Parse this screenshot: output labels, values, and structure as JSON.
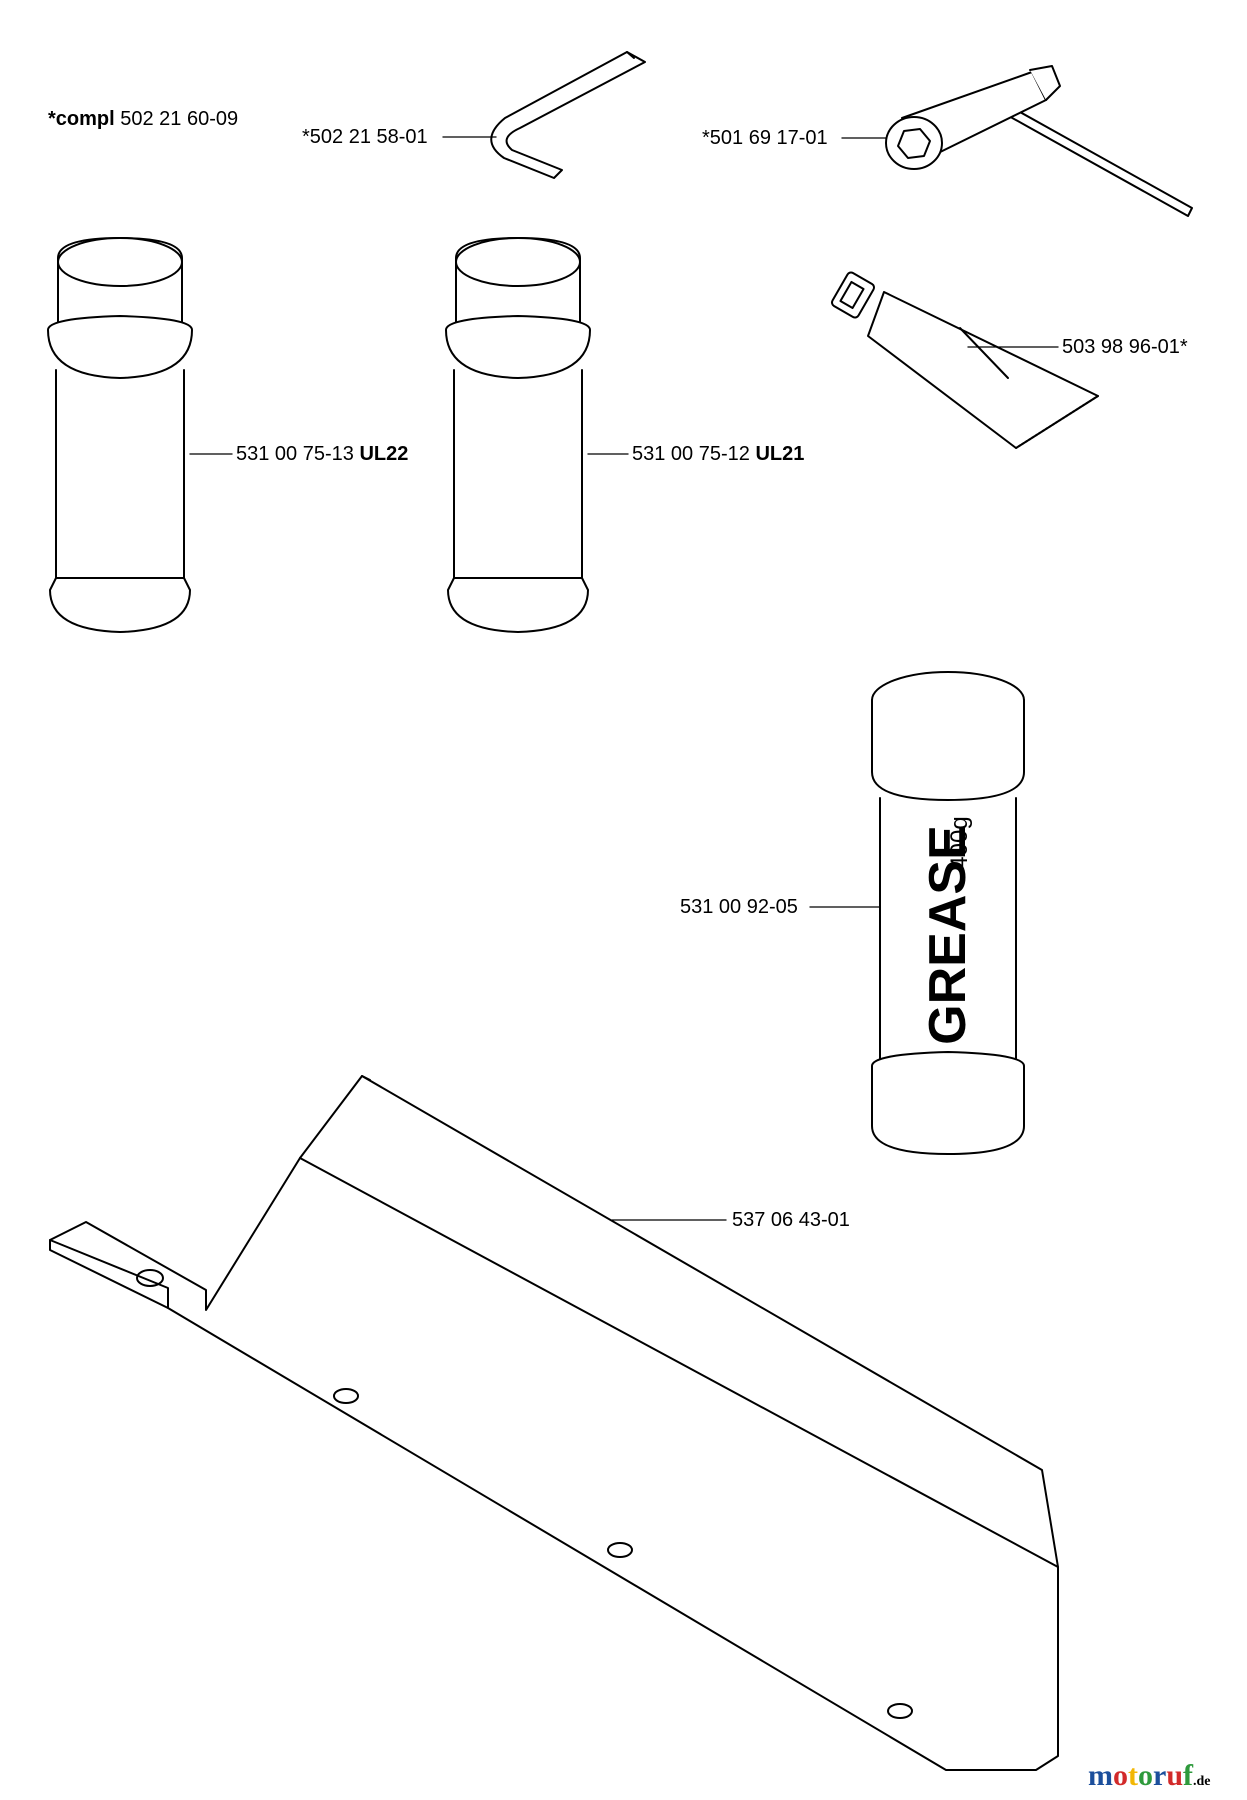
{
  "kit": {
    "prefix": "*compl",
    "number": "502 21 60-09"
  },
  "parts": {
    "allen_key": "*502 21 58-01",
    "combination_spanner": "*501 69 17-01",
    "grease_tube": "503 98 96-01*",
    "spray_can_1": {
      "number": "531 00 75-13",
      "code": "UL22"
    },
    "spray_can_2": {
      "number": "531 00 75-12",
      "code": "UL21"
    },
    "grease_cartridge": "531 00 92-05",
    "guard_plate": "537 06 43-01"
  },
  "cartridge_print": {
    "word": "GREASE",
    "weight": "400g"
  },
  "watermark": {
    "brand": "motoruf",
    "tld": ".de",
    "colors": [
      "#1c4f9c",
      "#d22a2a",
      "#f2b705",
      "#2e9a3c",
      "#1c4f9c",
      "#d22a2a",
      "#2e9a3c"
    ]
  }
}
